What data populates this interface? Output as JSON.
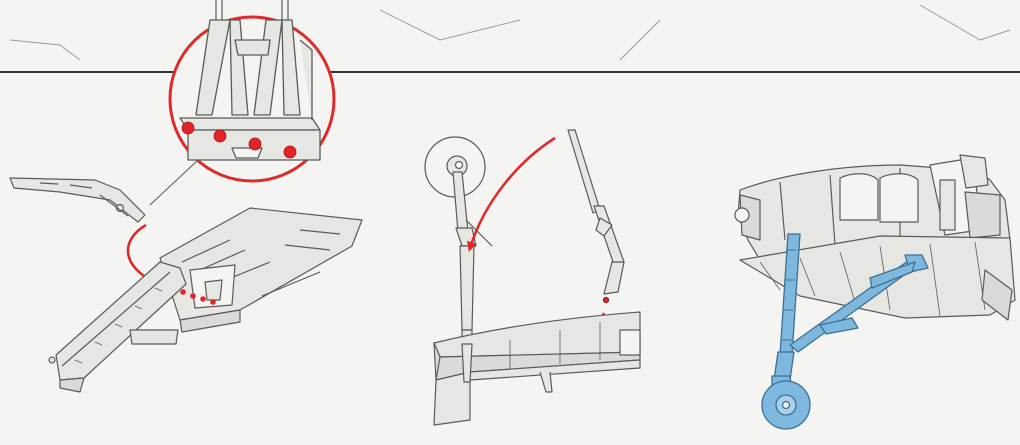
{
  "sheet": {
    "colors": {
      "paper": "#f4f5f2",
      "line": "#5a5a5a",
      "fill": "#e6e7e3",
      "arrow": "#e02a2a",
      "blue": "#7fb8df",
      "blue_stroke": "#3c6f95",
      "dot": "#e4222a"
    },
    "panels": [
      {
        "id": "step-left",
        "arrows": 1,
        "marked_locating_holes": 4
      },
      {
        "id": "step-middle",
        "arrows": 2
      },
      {
        "id": "step-right",
        "highlighted_parts": [
          "main-landing-gear-leg",
          "retraction-strut",
          "wheel"
        ]
      }
    ]
  }
}
